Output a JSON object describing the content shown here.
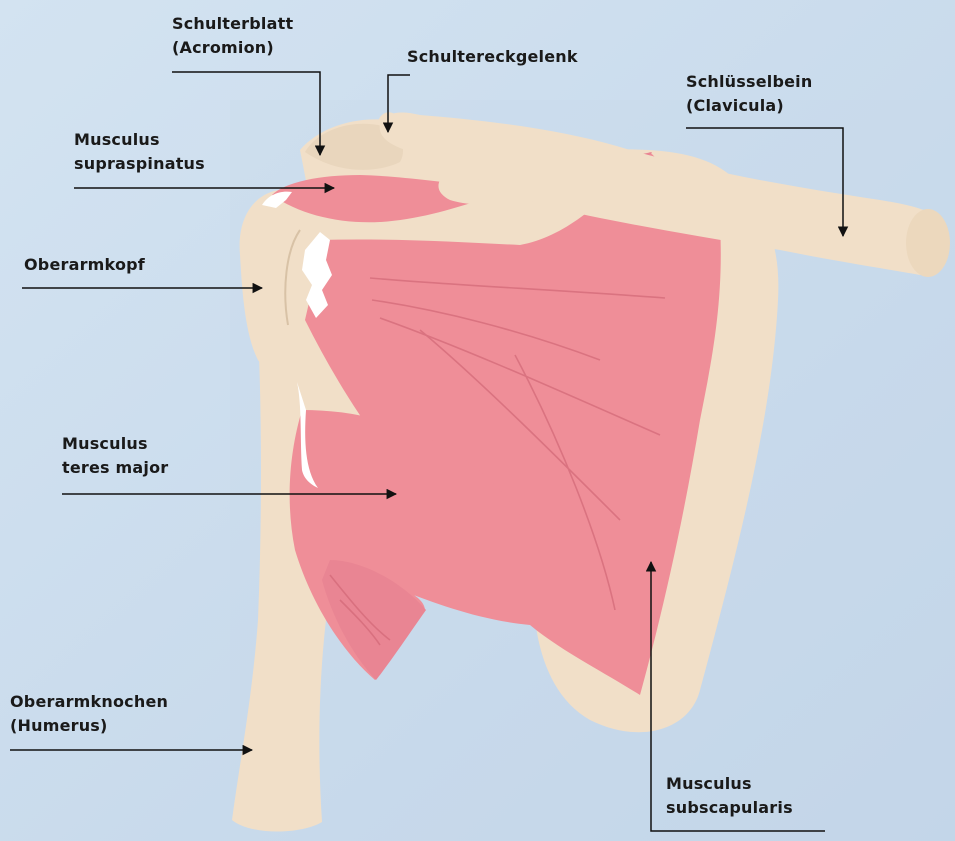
{
  "labels": {
    "acromion": {
      "line1": "Schulterblatt",
      "line2": "(Acromion)"
    },
    "ac_joint": {
      "line1": "Schultereckgelenk"
    },
    "clavicle": {
      "line1": "Schlüsselbein",
      "line2": "(Clavicula)"
    },
    "supraspinatus": {
      "line1": "Musculus",
      "line2": "supraspinatus"
    },
    "humeral_head": {
      "line1": "Oberarmkopf"
    },
    "teres_major": {
      "line1": "Musculus",
      "line2": "teres major"
    },
    "humerus": {
      "line1": "Oberarmknochen",
      "line2": "(Humerus)"
    },
    "subscapularis": {
      "line1": "Musculus",
      "line2": "subscapularis"
    }
  },
  "colors": {
    "background_top": "#cfe0ef",
    "background_bottom": "#c3d6ea",
    "bone": "#f1dfc8",
    "bone_shadow": "#e3cdb1",
    "muscle": "#ef8e98",
    "muscle_dark": "#e47885",
    "muscle_line": "#d66c7a",
    "tendon": "#ffffff",
    "leader_line": "#111111"
  }
}
